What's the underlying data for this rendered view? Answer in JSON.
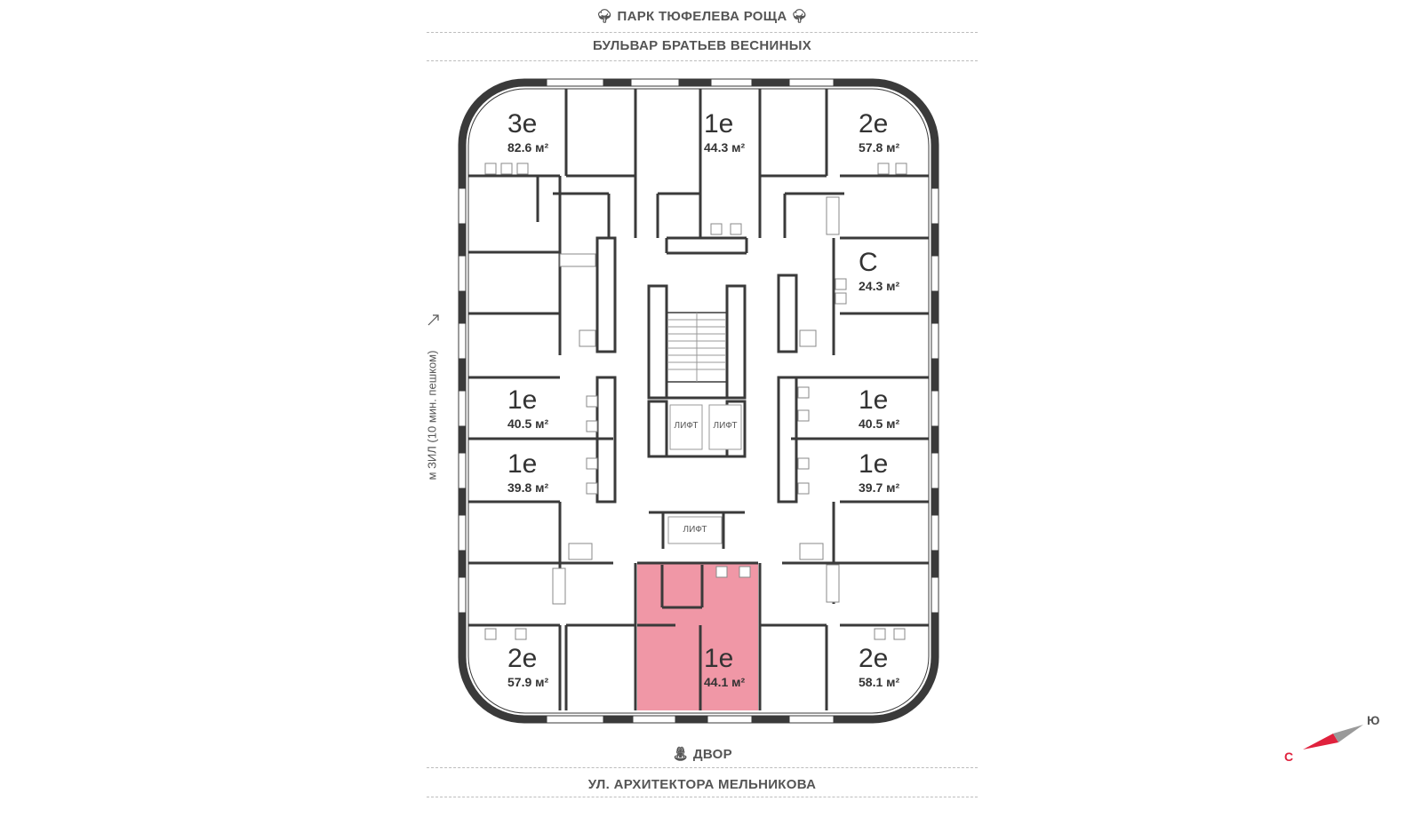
{
  "streets": {
    "top_park": "ПАРК ТЮФЕЛЕВА РОЩА",
    "top_boulevard": "БУЛЬВАР БРАТЬЕВ ВЕСНИНЫХ",
    "bottom_yard": "ДВОР",
    "bottom_street": "УЛ. АРХИТЕКТОРА МЕЛЬНИКОВА",
    "side_metro": "м ЗИЛ (10 мин. пешком)"
  },
  "apartments": [
    {
      "type": "3е",
      "area": "82.6 м²"
    },
    {
      "type": "1е",
      "area": "44.3 м²"
    },
    {
      "type": "2е",
      "area": "57.8 м²"
    },
    {
      "type": "С",
      "area": "24.3 м²"
    },
    {
      "type": "1е",
      "area": "40.5 м²"
    },
    {
      "type": "1е",
      "area": "40.5 м²"
    },
    {
      "type": "1е",
      "area": "39.8 м²"
    },
    {
      "type": "1е",
      "area": "39.7 м²"
    },
    {
      "type": "2е",
      "area": "57.9 м²"
    },
    {
      "type": "1е",
      "area": "44.1 м²",
      "selected": true
    },
    {
      "type": "2е",
      "area": "58.1 м²"
    }
  ],
  "lifts": [
    "ЛИФТ",
    "ЛИФТ",
    "ЛИФТ"
  ],
  "compass": {
    "north": "С",
    "south": "Ю"
  },
  "colors": {
    "wall": "#3a3a3a",
    "selected": "#f097a6",
    "accent": "#e0213d"
  }
}
